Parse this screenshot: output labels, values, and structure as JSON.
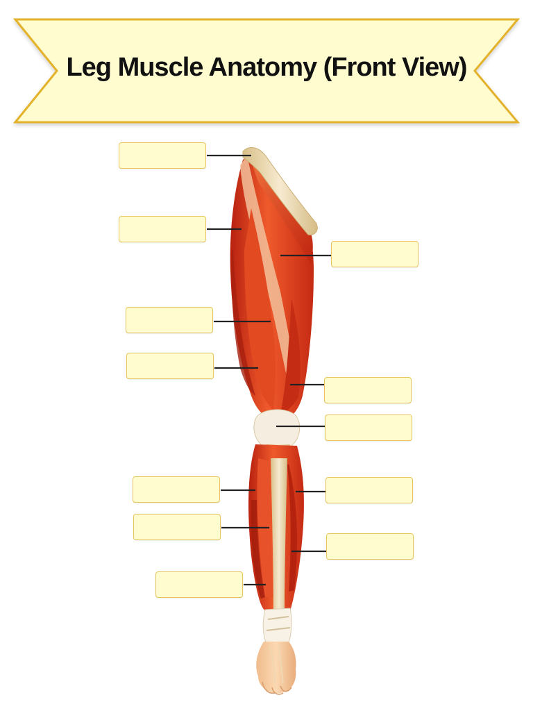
{
  "title": "Leg Muscle Anatomy (Front View)",
  "colors": {
    "banner_fill": "#fffccf",
    "banner_stroke": "#e3b22b",
    "label_fill": "#fffccf",
    "label_stroke": "#e7c55c",
    "muscle": "#d93a1e",
    "tendon": "#ecd9a8",
    "leader_line": "#222222"
  },
  "labels": [
    {
      "id": "label-1",
      "text": ""
    },
    {
      "id": "label-2",
      "text": ""
    },
    {
      "id": "label-3",
      "text": ""
    },
    {
      "id": "label-4",
      "text": ""
    },
    {
      "id": "label-5",
      "text": ""
    },
    {
      "id": "label-6",
      "text": ""
    },
    {
      "id": "label-7",
      "text": ""
    },
    {
      "id": "label-8",
      "text": ""
    },
    {
      "id": "label-9",
      "text": ""
    },
    {
      "id": "label-10",
      "text": ""
    },
    {
      "id": "label-11",
      "text": ""
    },
    {
      "id": "label-12",
      "text": ""
    }
  ]
}
